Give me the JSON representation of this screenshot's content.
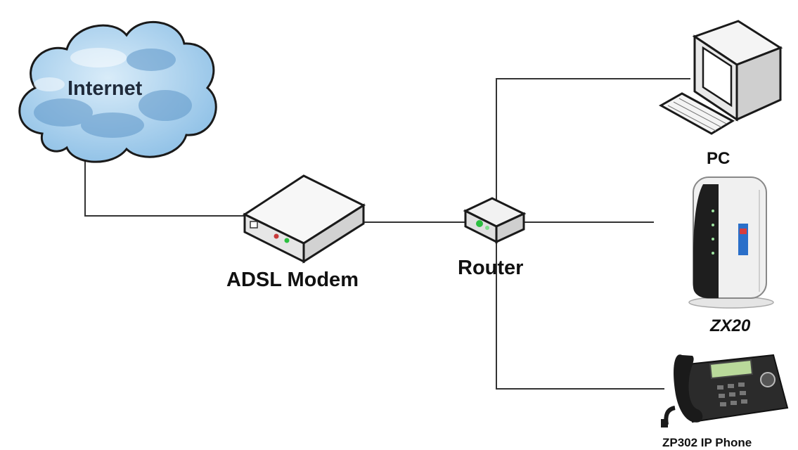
{
  "nodes": {
    "internet": "Internet",
    "modem": "ADSL Modem",
    "router": "Router",
    "pc": "PC",
    "gateway": "ZX20",
    "phone": "ZP302 IP Phone"
  },
  "icons": {
    "internet": "cloud-icon",
    "modem": "modem-icon",
    "router": "router-icon",
    "pc": "desktop-computer-icon",
    "gateway": "gateway-device-icon",
    "phone": "ip-phone-icon"
  },
  "colors": {
    "line": "#333333",
    "cloud_fill": "#b8d8ef",
    "cloud_shade": "#6fa6d6",
    "device_fill": "#f2f2f2",
    "led_green": "#2bbf3f"
  }
}
